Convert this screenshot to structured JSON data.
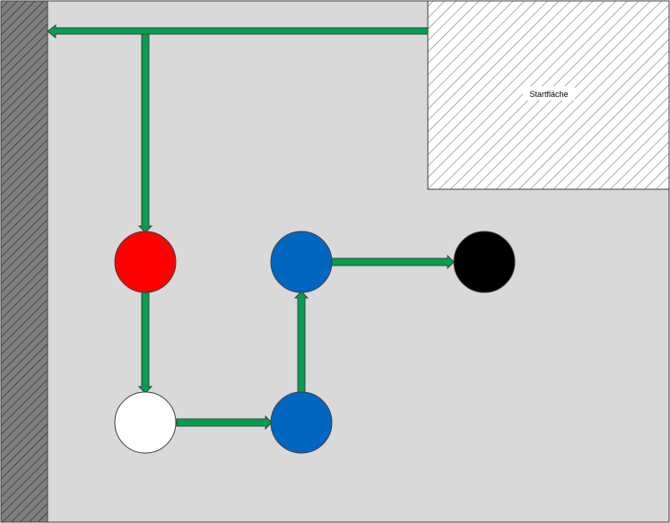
{
  "start_area": {
    "label": "Startfläche"
  },
  "colors": {
    "field": "#d9d9d9",
    "wall": "#7f7f7f",
    "path": "#00a050",
    "path_outline": "#404040",
    "node_red": "#ff0000",
    "node_white": "#ffffff",
    "node_blue": "#0066c0",
    "node_black": "#000000"
  },
  "nodes": [
    {
      "id": "red",
      "color": "#ff0000"
    },
    {
      "id": "white",
      "color": "#ffffff"
    },
    {
      "id": "blue-bottom",
      "color": "#0066c0"
    },
    {
      "id": "blue-top",
      "color": "#0066c0"
    },
    {
      "id": "black",
      "color": "#000000"
    }
  ],
  "path_order": [
    "start-area",
    "wall",
    "red",
    "white",
    "blue-bottom",
    "blue-top",
    "black"
  ]
}
